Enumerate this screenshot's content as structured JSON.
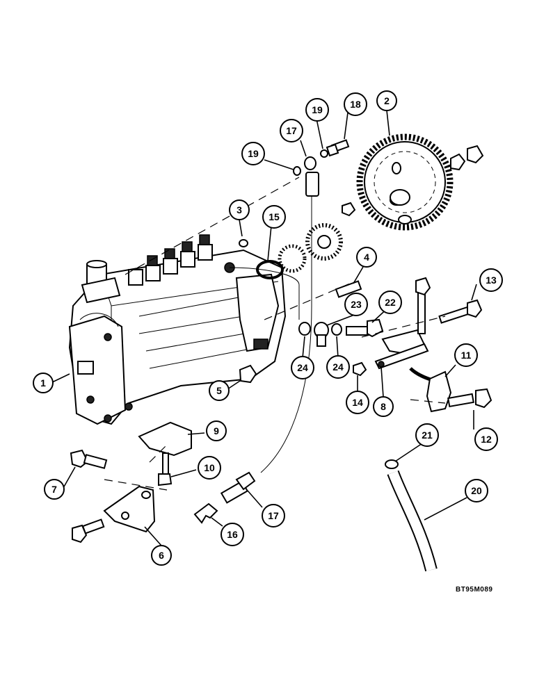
{
  "diagram": {
    "reference_code": "BT95M089",
    "callouts": [
      {
        "id": "c1",
        "label": "1"
      },
      {
        "id": "c2",
        "label": "2"
      },
      {
        "id": "c3",
        "label": "3"
      },
      {
        "id": "c4",
        "label": "4"
      },
      {
        "id": "c5",
        "label": "5"
      },
      {
        "id": "c6",
        "label": "6"
      },
      {
        "id": "c7",
        "label": "7"
      },
      {
        "id": "c8",
        "label": "8"
      },
      {
        "id": "c9",
        "label": "9"
      },
      {
        "id": "c10",
        "label": "10"
      },
      {
        "id": "c11",
        "label": "11"
      },
      {
        "id": "c12",
        "label": "12"
      },
      {
        "id": "c13",
        "label": "13"
      },
      {
        "id": "c14",
        "label": "14"
      },
      {
        "id": "c15",
        "label": "15"
      },
      {
        "id": "c16",
        "label": "16"
      },
      {
        "id": "c17a",
        "label": "17"
      },
      {
        "id": "c17b",
        "label": "17"
      },
      {
        "id": "c18",
        "label": "18"
      },
      {
        "id": "c19a",
        "label": "19"
      },
      {
        "id": "c19b",
        "label": "19"
      },
      {
        "id": "c20",
        "label": "20"
      },
      {
        "id": "c21",
        "label": "21"
      },
      {
        "id": "c22",
        "label": "22"
      },
      {
        "id": "c23",
        "label": "23"
      },
      {
        "id": "c24a",
        "label": "24"
      },
      {
        "id": "c24b",
        "label": "24"
      }
    ]
  }
}
